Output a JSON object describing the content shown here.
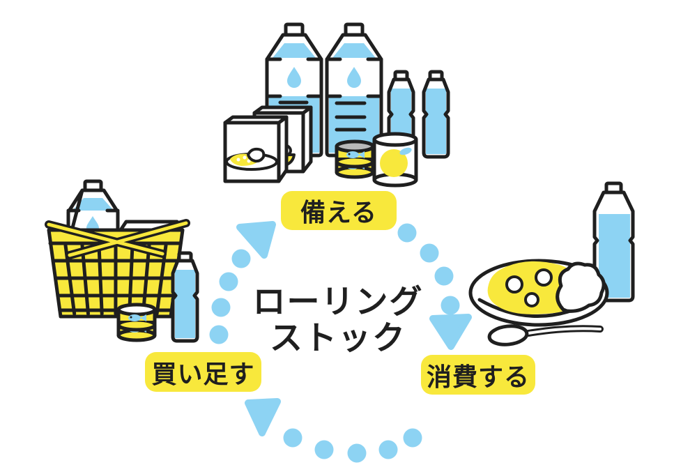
{
  "title": {
    "line1": "ローリング",
    "line2": "ストック"
  },
  "cycle": {
    "direction": "clockwise",
    "steps": [
      {
        "id": "prepare",
        "label": "備える"
      },
      {
        "id": "consume",
        "label": "消費する"
      },
      {
        "id": "buy-more",
        "label": "買い足す"
      }
    ]
  },
  "illustrations": {
    "stockpile": {
      "icons": [
        "water-bottle-2l-icon",
        "water-bottle-2l-icon",
        "water-bottle-500ml-icon",
        "water-bottle-500ml-icon",
        "retort-food-box-icon",
        "retort-food-box-icon",
        "canned-fish-stack-icon",
        "canned-fruit-icon"
      ]
    },
    "shopping": {
      "icons": [
        "shopping-basket-icon",
        "water-bottle-2l-icon",
        "food-box-icon",
        "canned-fish-stack-icon",
        "water-bottle-500ml-icon"
      ]
    },
    "meal": {
      "icons": [
        "curry-rice-plate-icon",
        "spoon-icon",
        "water-bottle-500ml-icon"
      ]
    }
  },
  "colors": {
    "blue": "#8DD3F3",
    "yellow": "#F8E83C",
    "ink": "#1F1F1F",
    "lid": "#B9B9B9"
  }
}
